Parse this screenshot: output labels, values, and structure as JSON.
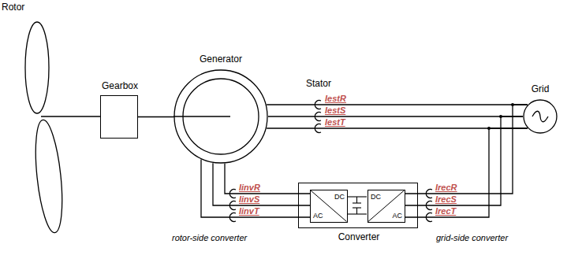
{
  "diagram": {
    "nodes": [
      {
        "text": [
          "Gearbox"
        ]
      },
      {
        "text": [
          "Generator"
        ]
      },
      {
        "text": [
          "Converter"
        ]
      },
      {
        "text": [
          "DC",
          "AC"
        ],
        "in": 2
      },
      {
        "text": [
          "DC",
          "AC"
        ],
        "in": 2
      },
      {
        "text": [
          "Grid"
        ]
      }
    ],
    "edges": [
      {
        "from": 0,
        "to": 1,
        "arrow": "none"
      },
      {
        "from": 1,
        "to": 5,
        "arrow": "none"
      },
      {
        "from": 1,
        "to": 3,
        "arrow": "none"
      },
      {
        "from": 4,
        "to": 5,
        "arrow": "none"
      }
    ],
    "labels": [
      "Rotor",
      "Stator",
      "IestR",
      "IestS",
      "IestT",
      "IinvR",
      "IinvS",
      "IinvT",
      "IrecR",
      "IrecS",
      "IrecT",
      "rotor-side converter",
      "grid-side converter"
    ]
  }
}
